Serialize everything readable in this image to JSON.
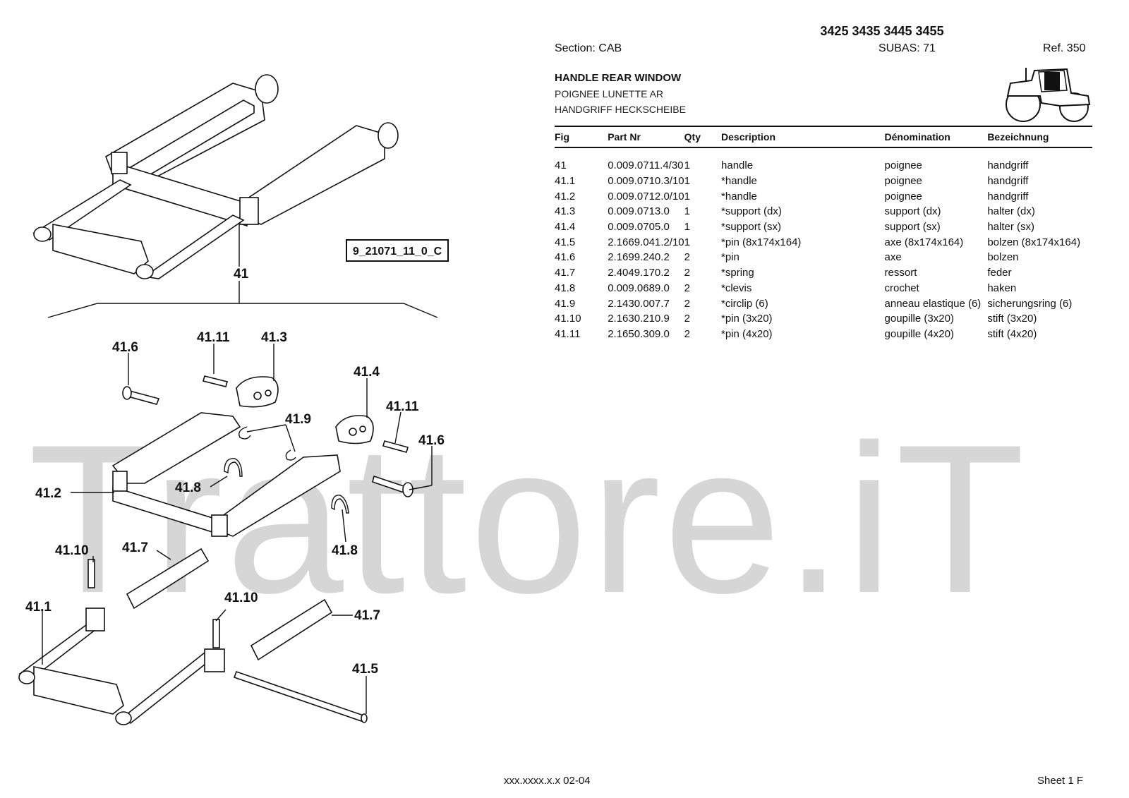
{
  "header": {
    "models": "3425 3435 3445 3455",
    "section": "Section: CAB",
    "subas": "SUBAS: 71",
    "ref": "Ref. 350"
  },
  "title": {
    "en": "HANDLE REAR WINDOW",
    "fr": "POIGNEE LUNETTE AR",
    "de": "HANDGRIFF HECKSCHEIBE"
  },
  "table": {
    "columns": [
      "Fig",
      "Part Nr",
      "Qty",
      "Description",
      "Dénomination",
      "Bezeichnung"
    ],
    "rows": [
      [
        "41",
        "0.009.0711.4/30",
        "1",
        "handle",
        "poignee",
        "handgriff"
      ],
      [
        "41.1",
        "0.009.0710.3/10",
        "1",
        "*handle",
        "poignee",
        "handgriff"
      ],
      [
        "41.2",
        "0.009.0712.0/10",
        "1",
        "*handle",
        "poignee",
        "handgriff"
      ],
      [
        "41.3",
        "0.009.0713.0",
        "1",
        "*support (dx)",
        "support (dx)",
        "halter (dx)"
      ],
      [
        "41.4",
        "0.009.0705.0",
        "1",
        "*support (sx)",
        "support (sx)",
        "halter (sx)"
      ],
      [
        "41.5",
        "2.1669.041.2/10",
        "1",
        "*pin (8x174x164)",
        "axe (8x174x164)",
        "bolzen (8x174x164)"
      ],
      [
        "41.6",
        "2.1699.240.2",
        "2",
        "*pin",
        "axe",
        "bolzen"
      ],
      [
        "41.7",
        "2.4049.170.2",
        "2",
        "*spring",
        "ressort",
        "feder"
      ],
      [
        "41.8",
        "0.009.0689.0",
        "2",
        "*clevis",
        "crochet",
        "haken"
      ],
      [
        "41.9",
        "2.1430.007.7",
        "2",
        "*circlip (6)",
        "anneau elastique (6)",
        "sicherungsring (6)"
      ],
      [
        "41.10",
        "2.1630.210.9",
        "2",
        "*pin (3x20)",
        "goupille (3x20)",
        "stift (3x20)"
      ],
      [
        "41.11",
        "2.1650.309.0",
        "2",
        "*pin (4x20)",
        "goupille (4x20)",
        "stift (4x20)"
      ]
    ]
  },
  "diagram": {
    "ref_code": "9_21071_11_0_C",
    "labels": {
      "l41": "41",
      "l41_1": "41.1",
      "l41_2": "41.2",
      "l41_3": "41.3",
      "l41_4": "41.4",
      "l41_5": "41.5",
      "l41_6a": "41.6",
      "l41_6b": "41.6",
      "l41_7a": "41.7",
      "l41_7b": "41.7",
      "l41_8a": "41.8",
      "l41_8b": "41.8",
      "l41_9": "41.9",
      "l41_10a": "41.10",
      "l41_10b": "41.10",
      "l41_11a": "41.11",
      "l41_11b": "41.11"
    },
    "icons": [
      "tractor-icon"
    ]
  },
  "watermark": "Trattore.iT",
  "footer": {
    "code": "xxx.xxxx.x.x  02-04",
    "sheet": "Sheet 1 F"
  }
}
